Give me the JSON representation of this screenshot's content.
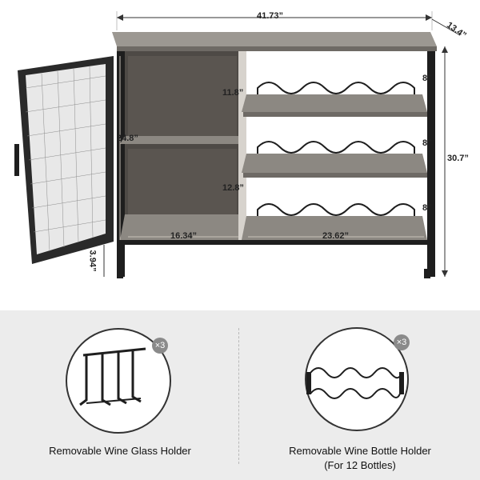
{
  "dimensions": {
    "width": "41.73”",
    "depth": "13.4”",
    "height": "30.7”",
    "cabinet_height": "24.8”",
    "upper_compartment": "11.8”",
    "lower_compartment": "12.8”",
    "cabinet_width": "16.34”",
    "shelf_width": "23.62”",
    "shelf_gap_1": "8”",
    "shelf_gap_2": "8”",
    "shelf_gap_3": "8”",
    "leg_height": "3.94”"
  },
  "accessories": [
    {
      "label": "Removable Wine Glass Holder",
      "sublabel": "",
      "quantity": "×3"
    },
    {
      "label": "Removable Wine Bottle Holder",
      "sublabel": "(For 12 Bottles)",
      "quantity": "×3"
    }
  ],
  "colors": {
    "wood": "#8c8882",
    "wood_dark": "#6e6a65",
    "metal": "#1e1e1e",
    "panel_bg": "#ececec"
  }
}
